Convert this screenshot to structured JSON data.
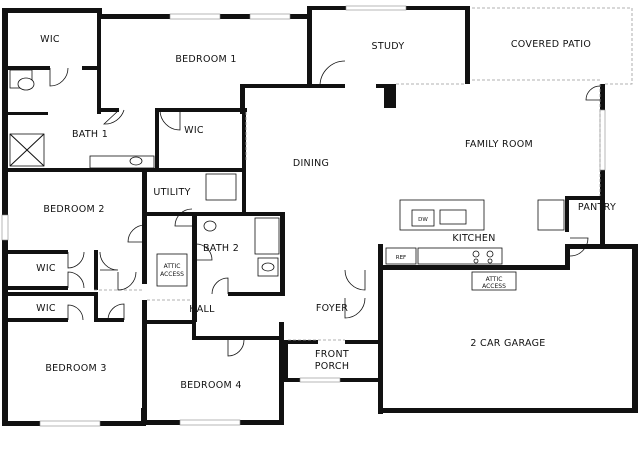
{
  "rooms": {
    "wic_top": "WIC",
    "bedroom1": "BEDROOM 1",
    "study": "STUDY",
    "covered_patio": "COVERED PATIO",
    "bath1": "BATH 1",
    "wic_bath1": "WIC",
    "family_room": "FAMILY ROOM",
    "dining": "DINING",
    "utility": "UTILITY",
    "bedroom2": "BEDROOM 2",
    "pantry": "PANTRY",
    "dw": "DW",
    "kitchen": "KITCHEN",
    "bath2": "BATH 2",
    "ref": "REF",
    "wic_bed2": "WIC",
    "attic_access_hall_1": "ATTIC",
    "attic_access_hall_2": "ACCESS",
    "attic_access_garage_1": "ATTIC",
    "attic_access_garage_2": "ACCESS",
    "wic_bed3": "WIC",
    "hall": "HALL",
    "foyer": "FOYER",
    "garage": "2 CAR GARAGE",
    "front_porch_1": "FRONT",
    "front_porch_2": "PORCH",
    "bedroom3": "BEDROOM 3",
    "bedroom4": "BEDROOM 4"
  },
  "colors": {
    "wall": "#111111",
    "background": "#ffffff",
    "dashed": "#999999"
  }
}
